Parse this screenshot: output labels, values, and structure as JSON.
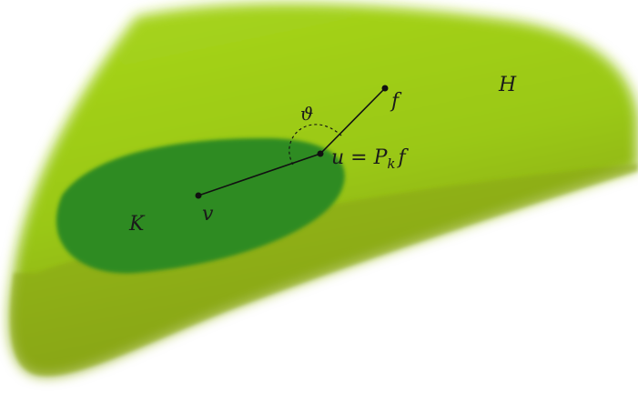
{
  "diagram": {
    "labels": {
      "space_H": "H",
      "set_K": "K",
      "point_f": "f",
      "point_u": "u = P",
      "point_u_sub": "k",
      "point_u_tail": "f",
      "point_v": "v",
      "angle": "ϑ"
    },
    "colors": {
      "space_light": "#a4d01a",
      "space_mid": "#8fbf12",
      "space_dark": "#7d9a10",
      "set_K": "#2b8a22",
      "lines": "#111111",
      "background": "#ffffff"
    }
  }
}
